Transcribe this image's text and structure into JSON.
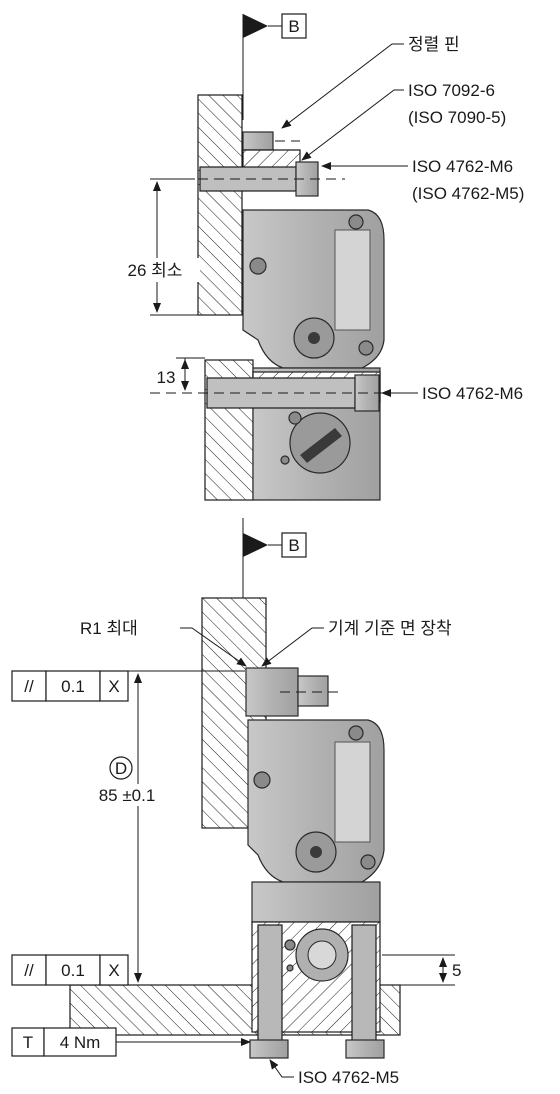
{
  "top_view": {
    "datum_label": "B",
    "alignment_pin_label": "정렬 핀",
    "washer_label_1": "ISO 7092-6",
    "washer_label_2": "(ISO 7090-5)",
    "screw_label_1": "ISO 4762-M6",
    "screw_label_2": "(ISO 4762-M5)",
    "min_dim_label": "26 최소",
    "dim_13_label": "13",
    "screw_lower_label": "ISO 4762-M6"
  },
  "bottom_view": {
    "datum_label": "B",
    "radius_label": "R1 최대 ",
    "mount_label": "기계 기준 면 장착",
    "tol_top": {
      "symbol": "//",
      "value": "0.1",
      "datum": "X"
    },
    "circle_label": "D",
    "dim_85_label": "85 ±0.1",
    "tol_bottom": {
      "symbol": "//",
      "value": "0.1",
      "datum": "X"
    },
    "dim_5_label": "5",
    "torque": {
      "symbol": "T",
      "value": "4 Nm"
    },
    "screw_label": "ISO 4762-M5"
  }
}
